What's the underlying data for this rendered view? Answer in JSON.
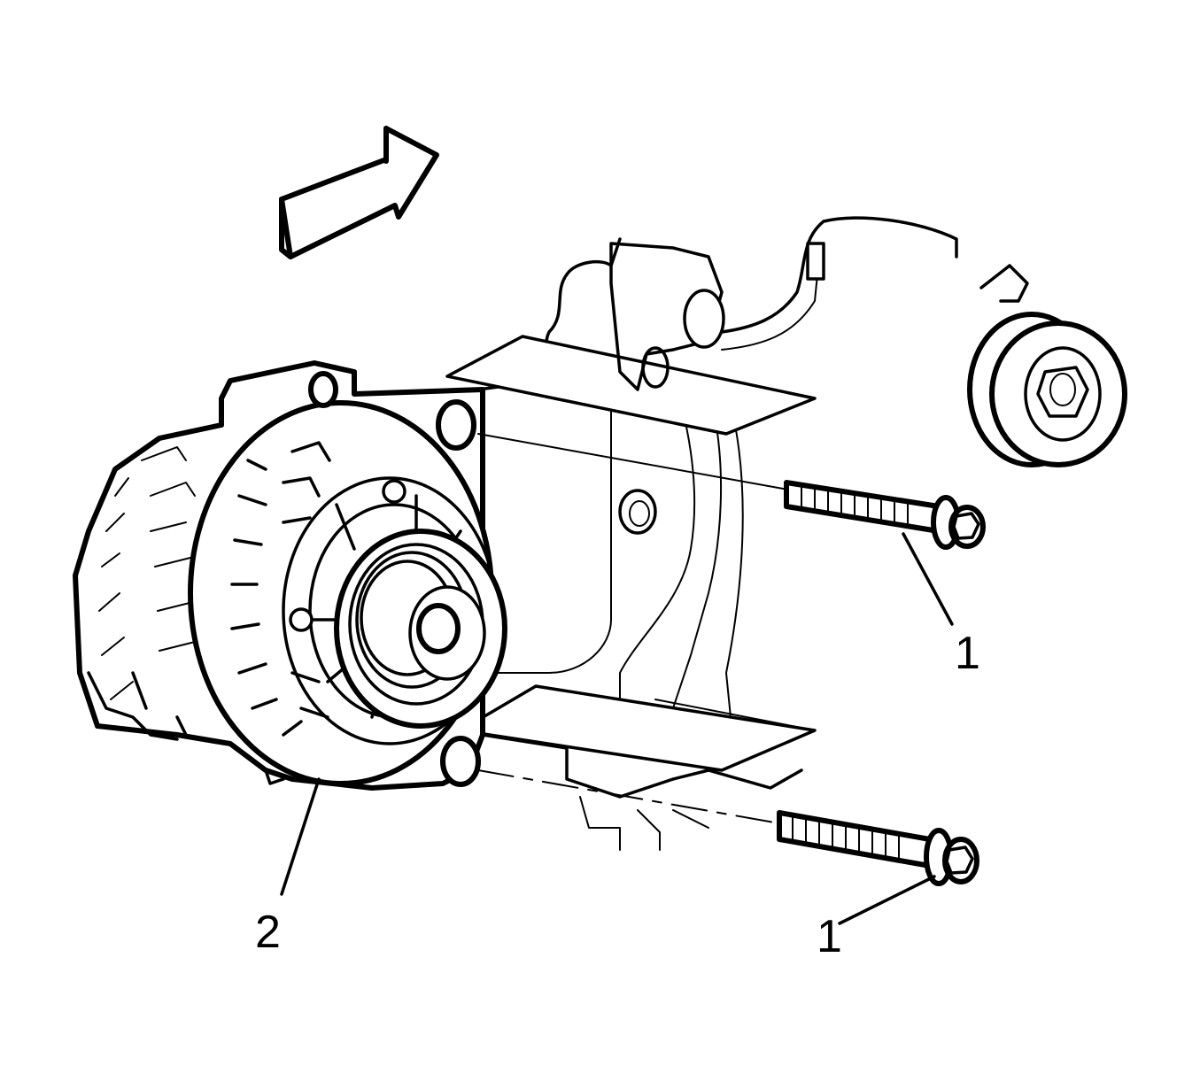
{
  "callouts": [
    {
      "id": "bolt-upper",
      "label": "1"
    },
    {
      "id": "bolt-lower",
      "label": "1"
    },
    {
      "id": "generator",
      "label": "2"
    }
  ],
  "colors": {
    "ink": "#000000",
    "background": "#ffffff"
  },
  "icons": {
    "direction_arrow": "front-direction-arrow-icon"
  }
}
